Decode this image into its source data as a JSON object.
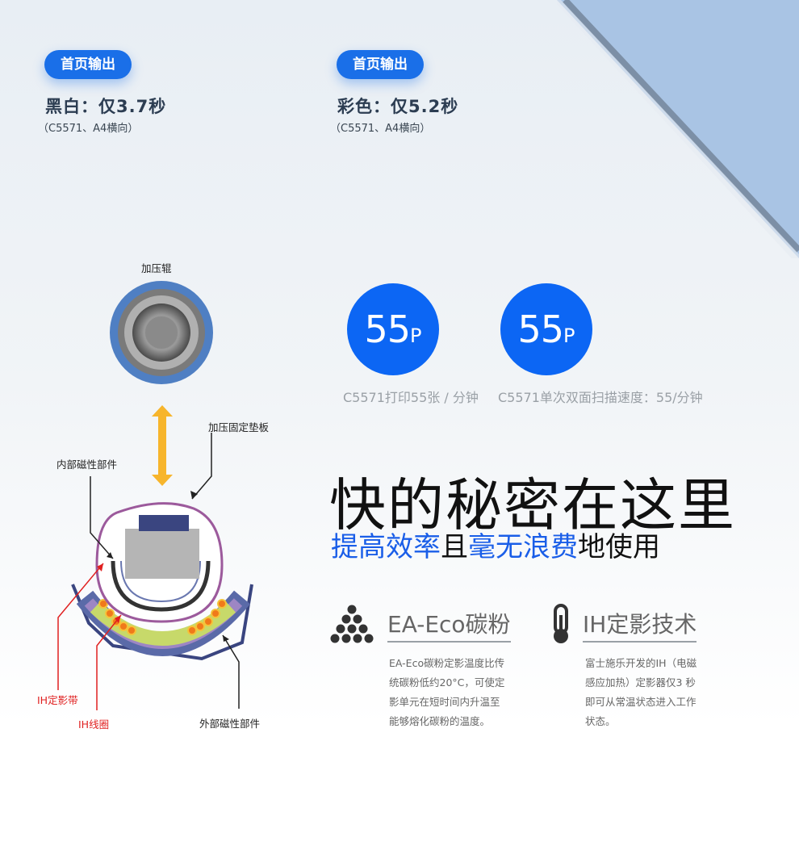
{
  "badges": {
    "mono": {
      "pill": "首页输出",
      "headline": "黑白：仅3.7秒",
      "note": "（C5571、A4横向）"
    },
    "color": {
      "pill": "首页输出",
      "headline": "彩色：仅5.2秒",
      "note": "（C5571、A4横向）"
    }
  },
  "speed": [
    {
      "value": "55",
      "unit": "P",
      "caption": "C5571打印55张 / 分钟"
    },
    {
      "value": "55",
      "unit": "P",
      "caption": "C5571单次双面扫描速度：55/分钟"
    }
  ],
  "diagram": {
    "labels": {
      "pressure_roller": "加压辊",
      "pressure_pad": "加压固定垫板",
      "inner_magnetic": "内部磁性部件",
      "ih_belt": "IH定影带",
      "ih_coil": "IH线圈",
      "outer_magnetic": "外部磁性部件"
    }
  },
  "headline": {
    "title": "快的秘密在这里",
    "tagline_parts": [
      "提高效率",
      "且",
      "毫无浪费",
      "地使用"
    ]
  },
  "features": [
    {
      "icon": "toner-particles-icon",
      "title": "EA-Eco碳粉",
      "desc": [
        "EA-Eco碳粉定影温度比传",
        "统碳粉低约20°C，可使定",
        "影单元在短时间内升温至",
        "能够熔化碳粉的温度。"
      ]
    },
    {
      "icon": "thermometer-icon",
      "title": "IH定影技术",
      "desc": [
        "富士施乐开发的IH（电磁",
        "感应加热）定影器仅3 秒",
        "即可从常温状态进入工作",
        "状态。"
      ]
    }
  ],
  "colors": {
    "accent": "#0c66f4",
    "pill": "#1a6fe8",
    "arrow": "#f7b52c",
    "red_label": "#e02020"
  }
}
